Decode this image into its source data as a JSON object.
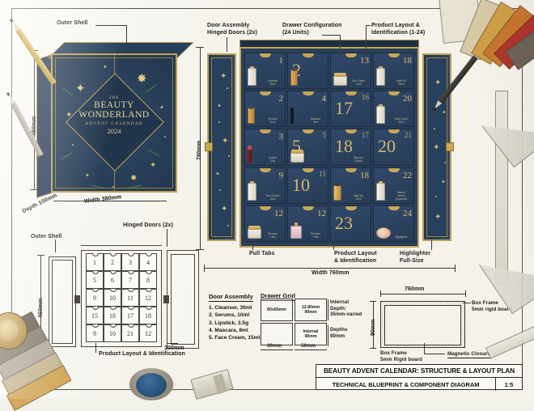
{
  "sheet": {
    "background_color": "#f4f2ea",
    "ink_color": "#1d1b18",
    "navy_color": "#2c4360",
    "gold_color": "#c8a24a"
  },
  "title_block": {
    "title": "BEAUTY ADVENT CALENDAR: STRUCTURE & LAYOUT PLAN",
    "subtitle": "TECHNICAL BLUEPRINT & COMPONENT DIAGRAM",
    "scale": "1:5"
  },
  "closed_box": {
    "callout_outer_shell": "Outer Shell",
    "dim_height": "450mm",
    "dim_width": "Width 380mm",
    "dim_depth": "Depth 100mm",
    "cover": {
      "line1": "THE",
      "line2a": "BEAUTY",
      "line2b": "WONDERLAND",
      "line3": "ADVENT CALENDAR",
      "line4": "2024"
    }
  },
  "open_calendar": {
    "callouts_top": [
      "Door Assembly\nHinged Doors (2x)",
      "Drawer Configuration\n(24 Units)",
      "Product Layout &\nIdentification (1-24)"
    ],
    "callouts_bottom": [
      "Pull Tabs",
      "Product Layout\n& Identification",
      "Highlighter\nFull-Size"
    ],
    "dim_height": "780mm",
    "dim_width": "Width 760mm",
    "drawers": [
      {
        "num": "1",
        "num2": "",
        "cap": "Cleanser\n30ml",
        "icon": "tube"
      },
      {
        "num": "2",
        "num2": "",
        "cap": "",
        "icon": "drop"
      },
      {
        "num": "13",
        "num2": "",
        "cap": "Eye Cream\n10ml",
        "icon": "jar"
      },
      {
        "num": "18",
        "num2": "",
        "cap": "Bath Oil\n25ml",
        "icon": "tube"
      },
      {
        "num": "2",
        "num2": "",
        "cap": "Serums\n10ml",
        "icon": "drop"
      },
      {
        "num": "4",
        "num2": "",
        "cap": "Mascara\n8ml",
        "icon": "mascara"
      },
      {
        "num": "17",
        "num2": "16",
        "cap": "",
        "icon": "none"
      },
      {
        "num": "20",
        "num2": "",
        "cap": "Hand Lotion\n30ml",
        "icon": "tube"
      },
      {
        "num": "3",
        "num2": "",
        "cap": "Lipstick\n3.5g",
        "icon": "lipstick"
      },
      {
        "num": "5",
        "num2": "5",
        "cap": "",
        "icon": "jar"
      },
      {
        "num": "18",
        "num2": "17",
        "cap": "Day Eye\nCream",
        "icon": "none"
      },
      {
        "num": "20",
        "num2": "21",
        "cap": "",
        "icon": "none"
      },
      {
        "num": "9",
        "num2": "",
        "cap": "Foot Cream\n15ml",
        "icon": "tube"
      },
      {
        "num": "10",
        "num2": "11",
        "cap": "",
        "icon": "none"
      },
      {
        "num": "18",
        "num2": "",
        "cap": "Bath Oil\n25ml",
        "icon": "bottle"
      },
      {
        "num": "22",
        "num2": "",
        "cap": "Vitamin\nSerum\nAmpoules",
        "icon": "tube"
      },
      {
        "num": "12",
        "num2": "",
        "cap": "Perfume\n7.5ml",
        "icon": "jar"
      },
      {
        "num": "12",
        "num2": "",
        "cap": "Perfume\n7.5ml",
        "icon": "perfume"
      },
      {
        "num": "23",
        "num2": "",
        "cap": "",
        "icon": "none"
      },
      {
        "num": "24",
        "num2": "",
        "cap": "Highlighter",
        "icon": "compact"
      }
    ]
  },
  "wireframe": {
    "callout_outer_shell": "Outer Shell",
    "callout_hinged_doors": "Hinged Doors (2x)",
    "callout_product_layout": "Product Layout & Identification",
    "dim_height": "460mm",
    "dim_depth": "100mm",
    "cells": [
      "1",
      "2",
      "3",
      "4",
      "5",
      "6",
      "7",
      "8",
      "9",
      "10",
      "11",
      "12",
      "15",
      "18",
      "17",
      "18",
      "9",
      "10",
      "21",
      "12"
    ]
  },
  "detail_door_assembly": {
    "heading": "Door Assembly",
    "items": [
      "1. Cleanser, 30ml",
      "2. Serums, 10ml",
      "3. Lipstick, 3.5g",
      "4. Mascara, 8ml",
      "5. Face Cream, 15ml"
    ]
  },
  "detail_drawer_grid": {
    "heading": "Drawer Grid",
    "cell_a": "60x60mm",
    "cell_b": "12.80mm\n90mm",
    "cell_d": "Internal\n90mm",
    "dim_width_a": "30mm",
    "dim_width_b": "50mm",
    "note_depth": "Internal\nDepth:\n35mm-varied",
    "note_depths": "Depths\n90mm"
  },
  "detail_box_frame": {
    "dim_width": "760mm",
    "dim_height": "90mm",
    "label_top": "Box Frame\n5mm rigid board",
    "label_bottom": "Box Frame\n5mm Rigid board",
    "label_magnetic": "Magnetic Closure"
  },
  "palette_swatches": [
    "#d8c9a6",
    "#cf9f46",
    "#c9762e",
    "#b0352a",
    "#6e6357",
    "#8c8474",
    "#b6ada0",
    "#c8b896",
    "#d2a95e"
  ]
}
